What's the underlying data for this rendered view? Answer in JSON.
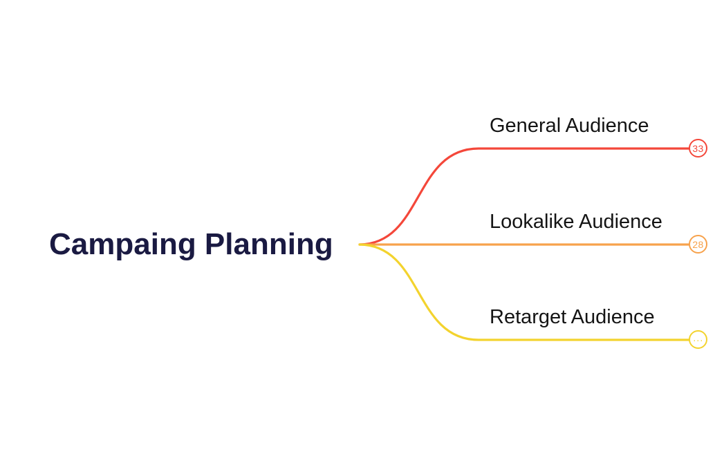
{
  "canvas": {
    "background": "#ffffff"
  },
  "mindmap": {
    "root": {
      "label": "Campaing Planning",
      "color": "#1a1a42"
    },
    "branch_text_color": "#141414",
    "branches": [
      {
        "label": "General Audience",
        "badge": "33",
        "color": "#f4473a"
      },
      {
        "label": "Lookalike Audience",
        "badge": "28",
        "color": "#f7a24c"
      },
      {
        "label": "Retarget Audience",
        "badge": "···",
        "color": "#f3d32e"
      }
    ]
  }
}
